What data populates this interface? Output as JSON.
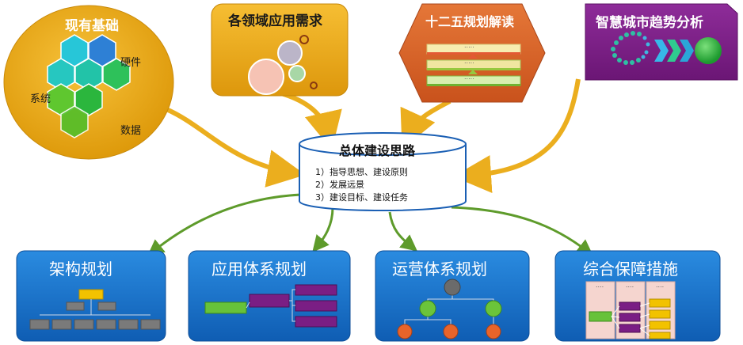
{
  "top_boxes": {
    "foundation": {
      "title": "现有基础",
      "labels": {
        "hardware": "硬件",
        "system": "系统",
        "data": "数据"
      }
    },
    "needs": {
      "title": "各领域应用需求"
    },
    "plan": {
      "title": "十二五规划解读",
      "bar_text": "....."
    },
    "trend": {
      "title": "智慧城市趋势分析"
    }
  },
  "center": {
    "title": "总体建设思路",
    "items": [
      "1）指导思想、建设原则",
      "2）发展远景",
      "3）建设目标、建设任务"
    ]
  },
  "bottom_boxes": [
    {
      "title": "架构规划"
    },
    {
      "title": "应用体系规划"
    },
    {
      "title": "运营体系规划"
    },
    {
      "title": "综合保障措施",
      "cell_text": "...."
    }
  ],
  "colors": {
    "orange": "#E8A613",
    "arrow_orange": "#EBAE1E",
    "arrow_green": "#5E9B2B",
    "hex_red": "#D86327",
    "purple": "#7A1E84",
    "blue": "#1670C9"
  }
}
